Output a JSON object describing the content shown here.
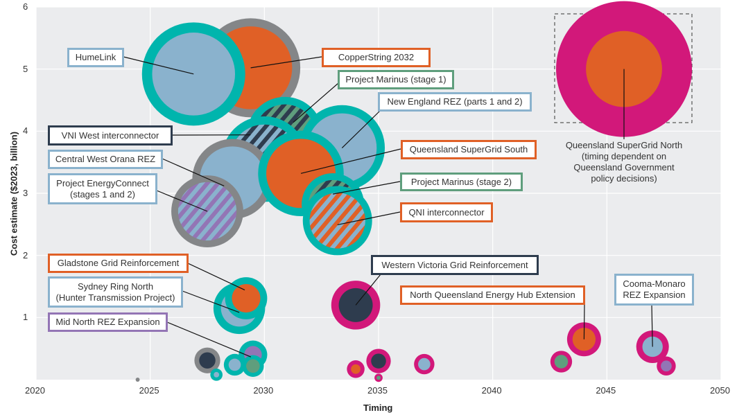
{
  "chart_data": {
    "type": "scatter",
    "subtype": "bubble",
    "title": "",
    "xlabel": "Timing",
    "ylabel": "Cost estimate ($2023, billion)",
    "xlim": [
      2020,
      2050
    ],
    "ylim": [
      0,
      6
    ],
    "x_ticks": [
      "2020",
      "2025",
      "2030",
      "2035",
      "2040",
      "2045",
      "2050"
    ],
    "y_ticks": [
      "1",
      "2",
      "3",
      "4",
      "5",
      "6"
    ],
    "grid": true,
    "colors": {
      "teal": "#00b5ad",
      "gray": "#848688",
      "orange": "#e06026",
      "light_blue": "#8ab2cd",
      "navy": "#2e3c4e",
      "magenta": "#d2187a",
      "purple": "#9375b5",
      "green": "#5f9e7d",
      "plot_bg": "#ebecee"
    },
    "bubbles": [
      {
        "label": "CopperString 2032",
        "x": 2029.4,
        "y": 5.02,
        "size": 0.73,
        "inner_size": 0.61,
        "ring": "#848688",
        "fill": "#e06026"
      },
      {
        "label": "HumeLink",
        "x": 2026.9,
        "y": 4.92,
        "size": 0.76,
        "inner_size": 0.61,
        "ring": "#00b5ad",
        "fill": "#8ab2cd"
      },
      {
        "label": "Project Marinus (stage 1)",
        "x": 2030.9,
        "y": 3.94,
        "size": 0.56,
        "inner_size": 0.45,
        "ring": "#00b5ad",
        "fill": "#2e3c4e",
        "stripe": "#5f9e7d"
      },
      {
        "label": "New England REZ (parts 1 and 2)",
        "x": 2033.4,
        "y": 3.73,
        "size": 0.63,
        "inner_size": 0.51,
        "ring": "#00b5ad",
        "fill": "#8ab2cd"
      },
      {
        "label": "VNI West interconnector",
        "x": 2030.0,
        "y": 3.55,
        "size": 0.63,
        "inner_size": 0.51,
        "ring": "#00b5ad",
        "fill": "#2e3c4e",
        "stripe": "#8ab2cd"
      },
      {
        "label": "Central West Orana REZ",
        "x": 2028.6,
        "y": 3.23,
        "size": 0.59,
        "inner_size": 0.48,
        "ring": "#848688",
        "fill": "#8ab2cd"
      },
      {
        "label": "Queensland SuperGrid South",
        "x": 2031.6,
        "y": 3.32,
        "size": 0.63,
        "inner_size": 0.51,
        "ring": "#00b5ad",
        "fill": "#e06026"
      },
      {
        "label": "Project EnergyConnect (stages 1 and 2)",
        "x": 2027.5,
        "y": 2.71,
        "size": 0.53,
        "inner_size": 0.43,
        "ring": "#848688",
        "fill": "#9375b5",
        "stripe": "#8ab2cd"
      },
      {
        "label": "Project Marinus (stage 2)",
        "x": 2033.0,
        "y": 2.82,
        "size": 0.46,
        "inner_size": 0.36,
        "ring": "#00b5ad",
        "fill": "#2e3c4e",
        "stripe": "#5f9e7d"
      },
      {
        "label": "QNI interconnector",
        "x": 2033.2,
        "y": 2.56,
        "size": 0.51,
        "inner_size": 0.41,
        "ring": "#00b5ad",
        "fill": "#e06026",
        "stripe": "#8ab2cd"
      },
      {
        "label": "Queensland SuperGrid North",
        "x": 2045.75,
        "y": 5.0,
        "size": 1.0,
        "inner_size": 0.56,
        "ring": "#d2187a",
        "fill": "#e06026"
      },
      {
        "label": "Sydney Ring North (Hunter Transmission Project)",
        "x": 2028.9,
        "y": 1.15,
        "size": 0.38,
        "inner_size": 0.27,
        "ring": "#00b5ad",
        "fill": "#8ab2cd"
      },
      {
        "label": "Gladstone Grid Reinforcement",
        "x": 2029.2,
        "y": 1.31,
        "size": 0.31,
        "inner_size": 0.21,
        "ring": "#00b5ad",
        "fill": "#e06026"
      },
      {
        "label": "Mid North REZ Expansion",
        "x": 2029.5,
        "y": 0.4,
        "size": 0.21,
        "inner_size": 0.13,
        "ring": "#00b5ad",
        "fill": "#9375b5"
      },
      {
        "label": "Western Victoria Grid Reinforcement",
        "x": 2034.0,
        "y": 1.2,
        "size": 0.36,
        "inner_size": 0.25,
        "ring": "#d2187a",
        "fill": "#2e3c4e"
      },
      {
        "label": "North Queensland Energy Hub Extension",
        "x": 2044.0,
        "y": 0.65,
        "size": 0.25,
        "inner_size": 0.17,
        "ring": "#d2187a",
        "fill": "#e06026"
      },
      {
        "label": "Cooma-Monaro REZ Expansion",
        "x": 2047.0,
        "y": 0.53,
        "size": 0.24,
        "inner_size": 0.15,
        "ring": "#d2187a",
        "fill": "#8ab2cd"
      },
      {
        "label": "",
        "x": 2027.5,
        "y": 0.31,
        "size": 0.19,
        "inner_size": 0.12,
        "ring": "#848688",
        "fill": "#2e3c4e"
      },
      {
        "label": "",
        "x": 2027.9,
        "y": 0.08,
        "size": 0.09,
        "inner_size": 0.04,
        "ring": "#00b5ad",
        "fill": "#8ab2cd"
      },
      {
        "label": "",
        "x": 2028.7,
        "y": 0.24,
        "size": 0.16,
        "inner_size": 0.09,
        "ring": "#00b5ad",
        "fill": "#8ab2cd"
      },
      {
        "label": "",
        "x": 2029.5,
        "y": 0.22,
        "size": 0.16,
        "inner_size": 0.1,
        "ring": "#00b5ad",
        "fill": "#5f9e7d"
      },
      {
        "label": "",
        "x": 2034.0,
        "y": 0.17,
        "size": 0.13,
        "inner_size": 0.07,
        "ring": "#d2187a",
        "fill": "#e06026"
      },
      {
        "label": "",
        "x": 2035.0,
        "y": 0.3,
        "size": 0.18,
        "inner_size": 0.11,
        "ring": "#d2187a",
        "fill": "#2e3c4e"
      },
      {
        "label": "",
        "x": 2035.0,
        "y": 0.03,
        "size": 0.06,
        "inner_size": 0.03,
        "ring": "#d2187a",
        "fill": "#5f9e7d"
      },
      {
        "label": "",
        "x": 2037.0,
        "y": 0.25,
        "size": 0.15,
        "inner_size": 0.09,
        "ring": "#d2187a",
        "fill": "#8ab2cd"
      },
      {
        "label": "",
        "x": 2043.0,
        "y": 0.29,
        "size": 0.16,
        "inner_size": 0.1,
        "ring": "#d2187a",
        "fill": "#5f9e7d"
      },
      {
        "label": "",
        "x": 2047.6,
        "y": 0.22,
        "size": 0.14,
        "inner_size": 0.08,
        "ring": "#d2187a",
        "fill": "#9375b5"
      },
      {
        "label": "",
        "x": 2024.45,
        "y": 0.0,
        "size": 0.03,
        "inner_size": 0.0,
        "ring": "#848688",
        "fill": "#848688"
      }
    ],
    "annotations": {
      "sydney_line1": "Sydney Ring North",
      "sydney_line2": "(Hunter Transmission Project)",
      "energyconnect_line1": "Project EnergyConnect",
      "energyconnect_line2": "(stages 1 and 2)",
      "cooma_line1": "Cooma-Monaro",
      "cooma_line2": "REZ Expansion",
      "qsg_north_line1": "Queensland SuperGrid North",
      "qsg_north_line2": "(timing dependent on",
      "qsg_north_line3": "Queensland Government",
      "qsg_north_line4": "policy decisions)"
    }
  }
}
